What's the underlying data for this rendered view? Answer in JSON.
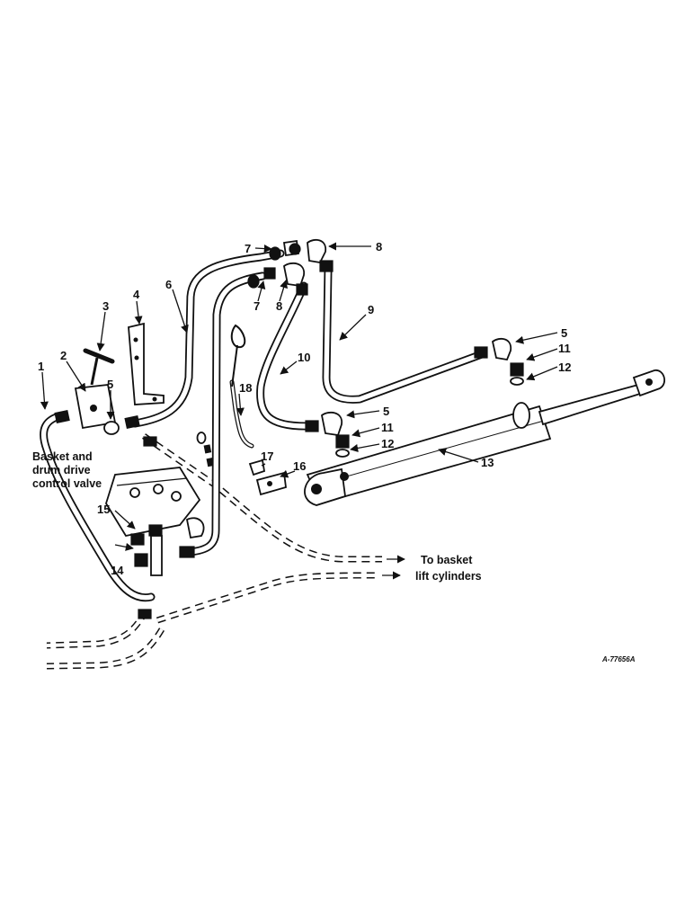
{
  "callouts": {
    "c1": "1",
    "c2": "2",
    "c3": "3",
    "c4": "4",
    "c5a": "5",
    "c5b": "5",
    "c5c": "5",
    "c6": "6",
    "c7a": "7",
    "c7b": "7",
    "c8a": "8",
    "c8b": "8",
    "c9": "9",
    "c10": "10",
    "c11a": "11",
    "c11b": "11",
    "c12a": "12",
    "c12b": "12",
    "c13": "13",
    "c14": "14",
    "c15": "15",
    "c16": "16",
    "c17": "17",
    "c18": "18"
  },
  "notes": {
    "valve_line1": "Basket and",
    "valve_line2": "drum drive",
    "valve_line3": "control valve",
    "lift_line1": "To basket",
    "lift_line2": "lift cylinders"
  },
  "reference": "A-77656A"
}
